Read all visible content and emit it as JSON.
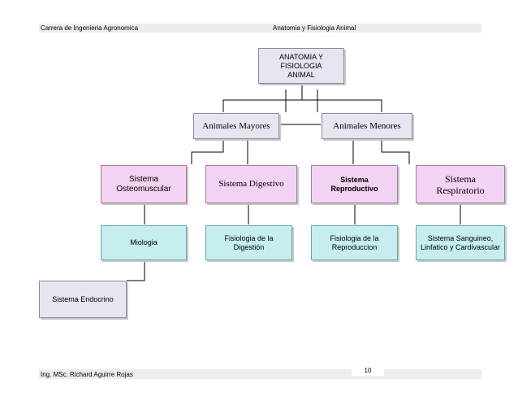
{
  "header": {
    "left": "Carrera de Ingenieria Agronomica",
    "right": "Anatomia y Fisiologia Animal"
  },
  "footer": {
    "left": "Ing. MSc. Richard Aguirre Rojas",
    "page": "10"
  },
  "nodes": {
    "root": "ANATOMIA Y FISIOLOGIA ANIMAL",
    "mayores": "Animales Mayores",
    "menores": "Animales Menores",
    "osteo": "Sistema Osteomuscular",
    "digestivo": "Sistema Digestivo",
    "reproductivo": "Sistema Reproductivo",
    "respiratorio": "Sistema Respiratorio",
    "miologia": "Miologia",
    "fis_digestion": "Fisiologia de la Digestión",
    "fis_reproduccion": "Fisiologia de la Reproduccion",
    "sanguineo": "Sistema Sanguineo, Linfatico y Cardivascular",
    "endocrino": "Sistema Endocrino"
  },
  "colors": {
    "grey_box": "#e6e6f0",
    "pink_box": "#f3d3f3",
    "cyan_box": "#c6eef0",
    "header_band": "#ececec"
  }
}
